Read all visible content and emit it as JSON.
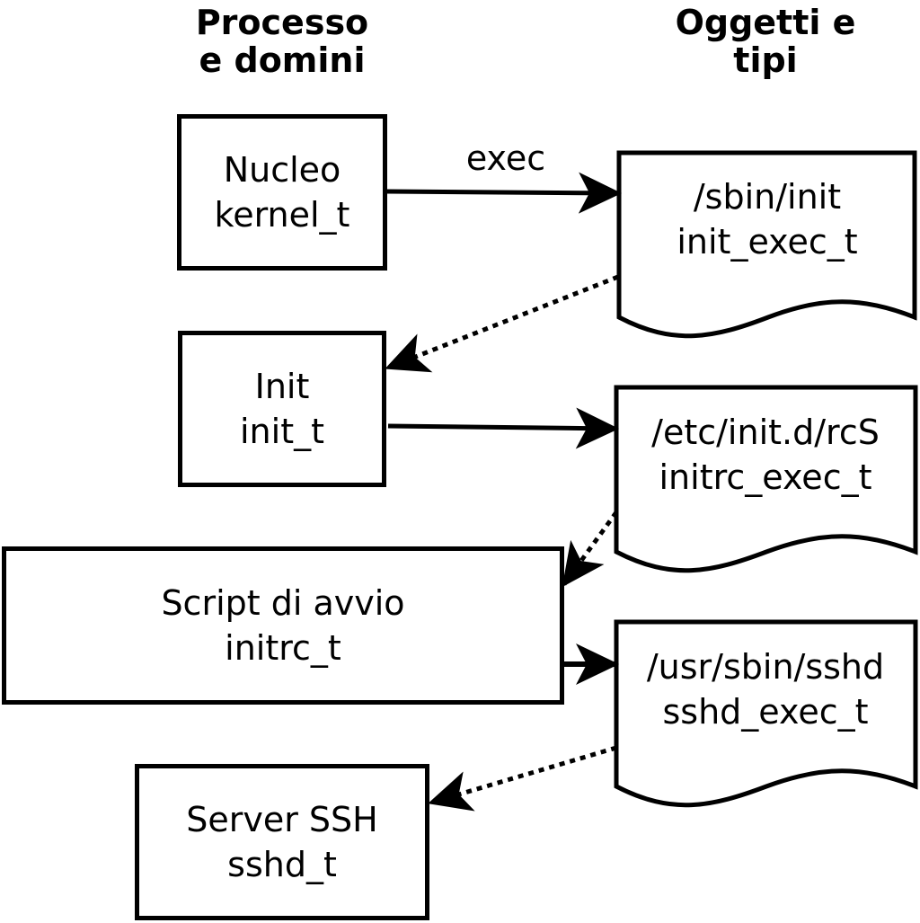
{
  "headers": {
    "processes": [
      "Processo",
      "e domini"
    ],
    "objects": [
      "Oggetti e",
      "tipi"
    ]
  },
  "processes": [
    {
      "name": "Nucleo",
      "type": "kernel_t"
    },
    {
      "name": "Init",
      "type": "init_t"
    },
    {
      "name": "Script di avvio",
      "type": "initrc_t"
    },
    {
      "name": "Server SSH",
      "type": "sshd_t"
    }
  ],
  "objects": [
    {
      "path": "/sbin/init",
      "type": "init_exec_t"
    },
    {
      "path": "/etc/init.d/rcS",
      "type": "initrc_exec_t"
    },
    {
      "path": "/usr/sbin/sshd",
      "type": "sshd_exec_t"
    }
  ],
  "edge_labels": {
    "kernel_to_init": "exec"
  },
  "colors": {
    "stroke": "#000000",
    "background": "#ffffff"
  }
}
